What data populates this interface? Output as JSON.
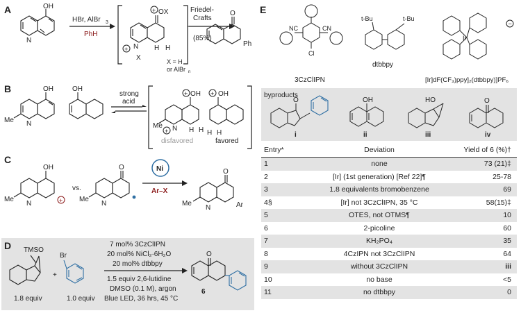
{
  "panels": {
    "a": {
      "letter": "A",
      "reagents_top": "HBr, AlBr",
      "reagents_top_sub": "3",
      "solvent": "PhH",
      "step2_line1": "Friedel-",
      "step2_line2": "Crafts",
      "yield": "(85%)",
      "x_note_line1": "X = H",
      "x_note_line2": "or AlBr",
      "x_note_sub": "n",
      "intermediate_group": "OX",
      "n_label": "N",
      "x_label": "X",
      "h_label": "H",
      "product_group": "Ph",
      "oh_label": "OH"
    },
    "b": {
      "letter": "B",
      "arrow_label_line1": "strong",
      "arrow_label_line2": "acid",
      "disfavored": "disfavored",
      "favored": "favored",
      "oh_label": "OH",
      "n_label": "N",
      "h_label": "H",
      "me_label": "Me"
    },
    "c": {
      "letter": "C",
      "vs": "vs.",
      "catalyst": "Ni",
      "reagent": "Ar–X",
      "product_group": "Ar",
      "oh_label": "OH",
      "me_label": "Me",
      "n_label": "N"
    },
    "d": {
      "letter": "D",
      "tmso": "TMSO",
      "br": "Br",
      "equiv_left": "1.8 equiv",
      "equiv_right": "1.0 equiv",
      "conditions": [
        "7 mol% 3CzClIPN",
        "20 mol% NiCl₂·6H₂O",
        "20 mol% dtbbpy",
        "1.5 equiv 2,6-lutidine",
        "DMSO (0.1 M), argon",
        "Blue LED, 36 hrs, 45 °C"
      ],
      "product_number": "6"
    },
    "e": {
      "letter": "E",
      "catalyst_labels": [
        "3CzClIPN",
        "dtbbpy",
        "[Ir]dF(CF₃)ppy]₂(dtbbpy)]PF₆"
      ],
      "cn_label": "NC",
      "cn_label2": "CN",
      "cl_label": "Cl",
      "tbu_label": "t-Bu",
      "ir_label": "Ir",
      "byproducts_title": "byproducts",
      "byproduct_labels": [
        "i",
        "ii",
        "iii",
        "iv"
      ],
      "table": {
        "headers": [
          "Entry*",
          "Deviation",
          "Yield of 6 (%)†"
        ],
        "rows": [
          {
            "entry": "1",
            "deviation": "none",
            "yield": "73 (21)‡"
          },
          {
            "entry": "2",
            "deviation": "[Ir] (1st generation) [Ref 22]¶",
            "yield": "25-78"
          },
          {
            "entry": "3",
            "deviation": "1.8 equivalents bromobenzene",
            "yield": "69"
          },
          {
            "entry": "4§",
            "deviation": "[Ir] not 3CzClIPN, 35 °C",
            "yield": "58(15)‡"
          },
          {
            "entry": "5",
            "deviation": "OTES, not OTMS¶",
            "yield": "10"
          },
          {
            "entry": "6",
            "deviation": "2-picoline",
            "yield": "60"
          },
          {
            "entry": "7",
            "deviation": "KH₂PO₄",
            "yield": "35"
          },
          {
            "entry": "8",
            "deviation": "4CzIPN not 3CzClIPN",
            "yield": "64"
          },
          {
            "entry": "9",
            "deviation": "without 3CzClIPN",
            "yield": "iii"
          },
          {
            "entry": "10",
            "deviation": "no base",
            "yield": "<5"
          },
          {
            "entry": "11",
            "deviation": "no dtbbpy",
            "yield": "0"
          }
        ]
      }
    }
  },
  "colors": {
    "accent_blue": "#2f6fa3",
    "panel_gray": "#e3e3e3",
    "dark_red": "#8b1a1a"
  }
}
